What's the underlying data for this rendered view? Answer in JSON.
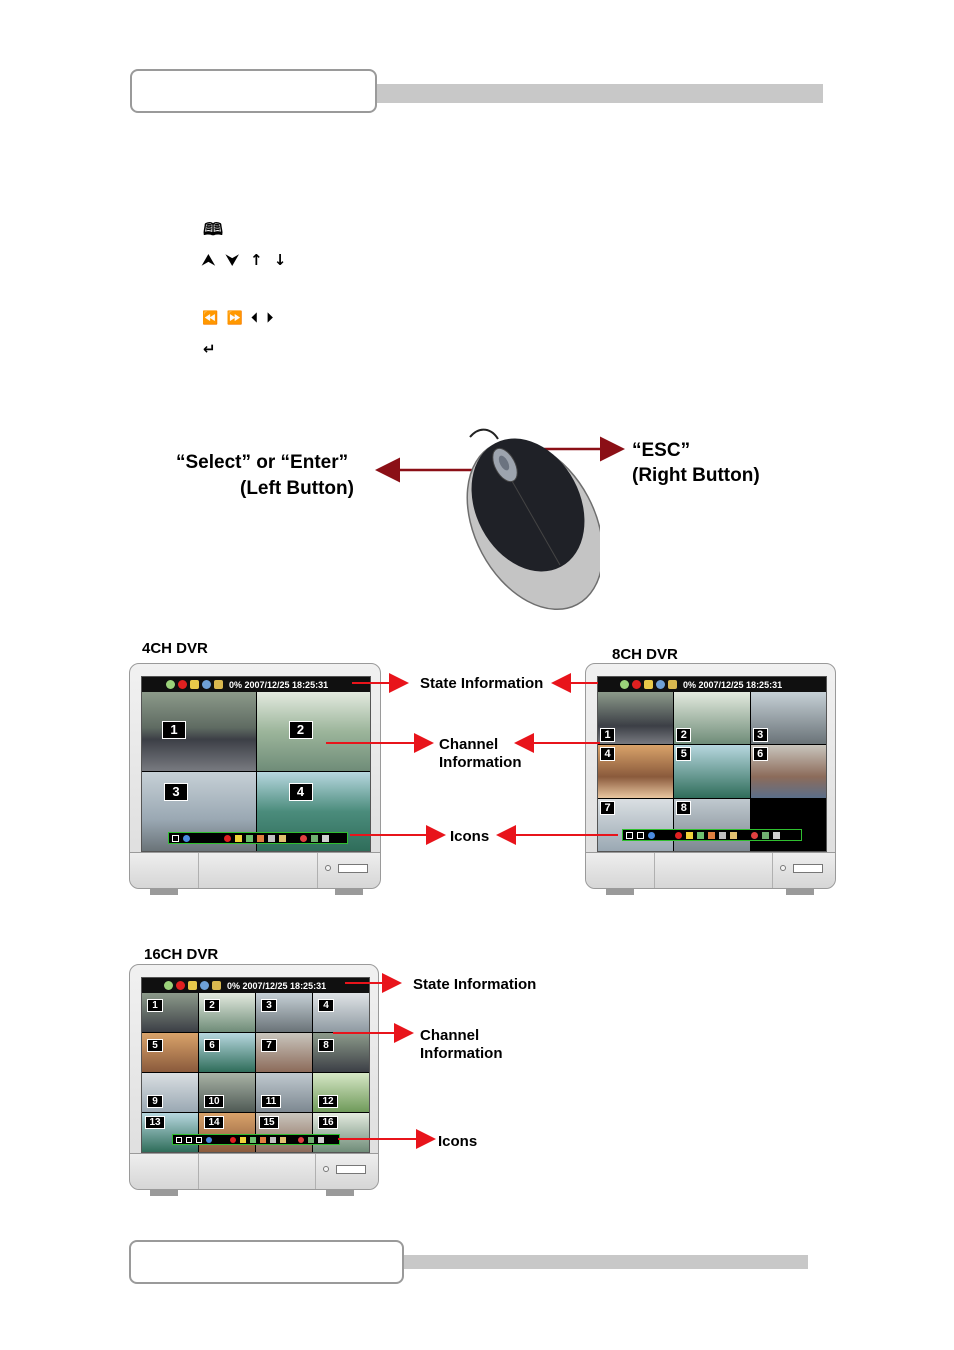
{
  "top_symbols": {
    "book_icon": "🕮",
    "up_down_icons": "⮝ ⮟ ↑ ↓",
    "left_right_icons": "⏪ ⏩ ⏴ ⏵",
    "enter_icon": "↵"
  },
  "mouse": {
    "left_label_line1": "“Select” or “Enter”",
    "left_label_line2": "(Left Button)",
    "right_label_line1": "“ESC”",
    "right_label_line2": "(Right Button)"
  },
  "dvr4": {
    "title": "4CH DVR",
    "state_text": "0%  2007/12/25  18:25:31",
    "channels": [
      "1",
      "2",
      "3",
      "4"
    ]
  },
  "dvr8": {
    "title": "8CH DVR",
    "state_text": "0%  2007/12/25  18:25:31",
    "channels": [
      "1",
      "2",
      "3",
      "4",
      "5",
      "6",
      "7",
      "8"
    ]
  },
  "dvr16": {
    "title": "16CH DVR",
    "state_text": "0%  2007/12/25  18:25:31",
    "channels": [
      "1",
      "2",
      "3",
      "4",
      "5",
      "6",
      "7",
      "8",
      "9",
      "10",
      "11",
      "12",
      "13",
      "14",
      "15",
      "16"
    ]
  },
  "callouts": {
    "state_information": "State Information",
    "channel_information_line1": "Channel",
    "channel_information_line2": "Information",
    "icons": "Icons"
  },
  "colors": {
    "arrow_red": "#e8141b",
    "arrow_dark_red": "#8b0f16",
    "tab_bar_gray": "#c8c8c8",
    "icon_bar_border": "#2fbf2f"
  }
}
